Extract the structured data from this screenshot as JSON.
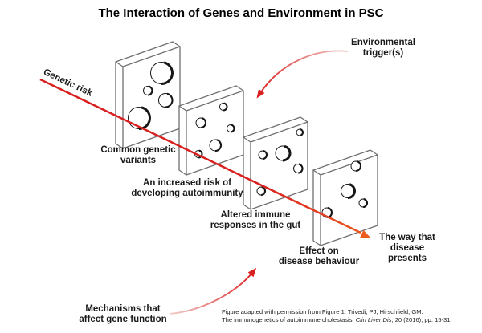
{
  "title": "The Interaction of Genes and Environment in PSC",
  "colors": {
    "risk_line_red": "#d92020",
    "arrow_orange": "#ec5c1e",
    "curved_arrow_red": "#d92020",
    "panel_outline": "#6f6f6f",
    "hole_outline": "#161616",
    "label_text": "#1a1a1a"
  },
  "labels": {
    "genetic_risk": "Genetic risk",
    "environmental_trigger": "Environmental\ntrigger(s)",
    "outcome": "The way that\ndisease presents",
    "mechanisms": "Mechanisms that\naffect gene function"
  },
  "stages": [
    {
      "label": "Common genetic\nvariants"
    },
    {
      "label": "An increased risk of\ndeveloping autoimmunity"
    },
    {
      "label": "Altered immune\nresponses in the gut"
    },
    {
      "label": "Effect on\ndisease behaviour"
    }
  ],
  "citation": {
    "line1": "Figure adapted with permission from Figure 1. Trivedi, PJ, Hirschfield, GM.",
    "line2_prefix": "The immunogenetics of autoimmune cholestasis. ",
    "line2_italic": "Clin Liver Dis",
    "line2_suffix": ", 20 (2016), pp. 15-31"
  }
}
